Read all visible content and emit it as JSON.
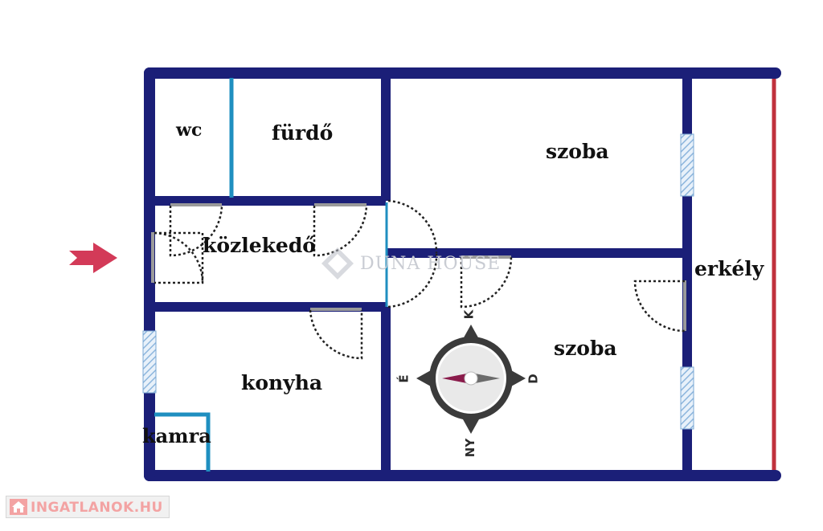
{
  "rooms": {
    "wc": "wc",
    "furdo": "fürdő",
    "szoba_top": "szoba",
    "kozlekedo": "közlekedő",
    "erkely": "erkély",
    "szoba_bottom": "szoba",
    "konyha": "konyha",
    "kamra": "kamra"
  },
  "compass": {
    "north": "K",
    "west": "É",
    "east": "D",
    "south": "NY"
  },
  "watermark": "DUNA HOUSE",
  "site_badge": "INGATLANOK.HU",
  "colors": {
    "wall": "#1b1f78",
    "inner_partition": "#1f8fc0",
    "window": "#9fc4e6",
    "balcony_edge": "#c0313c",
    "entrance_arrow": "#d33a58",
    "door_swing": "#222222"
  },
  "icons": [
    "entrance-arrow-icon",
    "compass-icon",
    "house-icon"
  ]
}
